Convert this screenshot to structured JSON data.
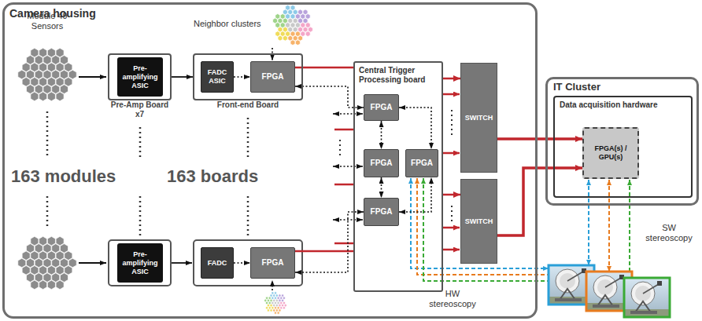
{
  "diagram": {
    "nodes": [
      {
        "text": [
          "Camera housing"
        ]
      },
      {
        "text": [
          "Pre-Amp Board x7"
        ],
        "in": 0
      },
      {
        "text": [
          "Pre-amplifying ASIC"
        ],
        "in": 1
      },
      {
        "text": [
          "Front-end Board"
        ],
        "in": 0
      },
      {
        "text": [
          "FADC ASIC"
        ],
        "in": 3
      },
      {
        "text": [
          "FPGA"
        ],
        "in": 3
      },
      {
        "text": [
          "Pre-amplifying ASIC"
        ],
        "in": 0
      },
      {
        "text": [
          "FADC"
        ],
        "in": 0
      },
      {
        "text": [
          "FPGA"
        ],
        "in": 0
      },
      {
        "text": [
          "Central Trigger Processing board"
        ],
        "in": 0
      },
      {
        "text": [
          "FPGA"
        ],
        "in": 9
      },
      {
        "text": [
          "FPGA"
        ],
        "in": 9
      },
      {
        "text": [
          "FPGA"
        ],
        "in": 9
      },
      {
        "text": [
          "FPGA"
        ],
        "in": 9
      },
      {
        "text": [
          "SWITCH"
        ],
        "in": 0
      },
      {
        "text": [
          "SWITCH"
        ],
        "in": 0
      },
      {
        "text": [
          "IT Cluster"
        ]
      },
      {
        "text": [
          "Data acquisition hardware"
        ],
        "in": 16
      },
      {
        "text": [
          "FPGA(s) / GPU(s)"
        ],
        "in": 17
      }
    ],
    "edges": [
      {
        "from": 1,
        "to": 3,
        "arrow": "to"
      },
      {
        "from": 4,
        "to": 5,
        "arrow": "to"
      },
      {
        "from": 5,
        "to": 9,
        "arrow": "none"
      },
      {
        "from": 5,
        "to": 10,
        "arrow": "both"
      },
      {
        "from": 7,
        "to": 8,
        "arrow": "to"
      },
      {
        "from": 8,
        "to": 9,
        "arrow": "none"
      },
      {
        "from": 8,
        "to": 13,
        "arrow": "both"
      },
      {
        "from": 10,
        "to": 11,
        "arrow": "both"
      },
      {
        "from": 11,
        "to": 13,
        "arrow": "both"
      },
      {
        "from": 10,
        "to": 12,
        "arrow": "both"
      },
      {
        "from": 13,
        "to": 12,
        "arrow": "both"
      },
      {
        "from": 9,
        "to": 14,
        "arrow": "to"
      },
      {
        "from": 9,
        "to": 15,
        "arrow": "to"
      },
      {
        "from": 14,
        "to": 18,
        "arrow": "to"
      },
      {
        "from": 15,
        "to": 18,
        "arrow": "to"
      }
    ],
    "labels": [
      "Module 49 Sensors",
      "Neighbor clusters",
      "163 modules",
      "163 boards",
      "HW stereoscopy",
      "SW stereoscopy"
    ]
  }
}
